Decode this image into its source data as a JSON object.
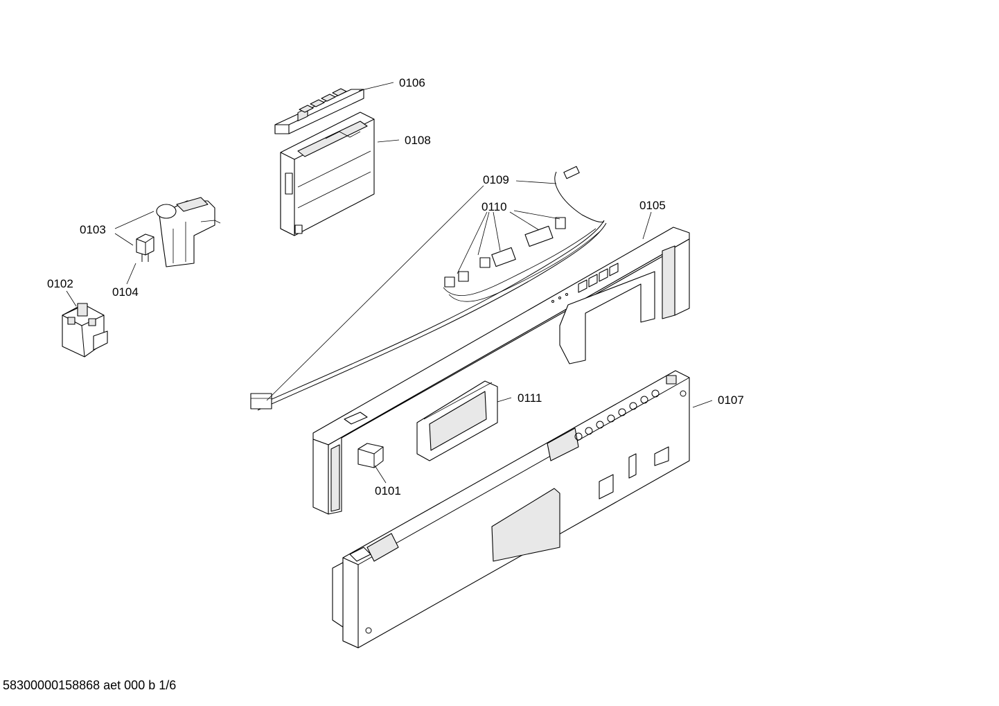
{
  "diagram": {
    "part_labels": {
      "p0101": "0101",
      "p0102": "0102",
      "p0103": "0103",
      "p0104": "0104",
      "p0105": "0105",
      "p0106": "0106",
      "p0107": "0107",
      "p0108": "0108",
      "p0109": "0109",
      "p0110": "0110",
      "p0111": "0111"
    }
  },
  "footer": {
    "reference": "58300000158868 aet 000 b 1/6"
  }
}
